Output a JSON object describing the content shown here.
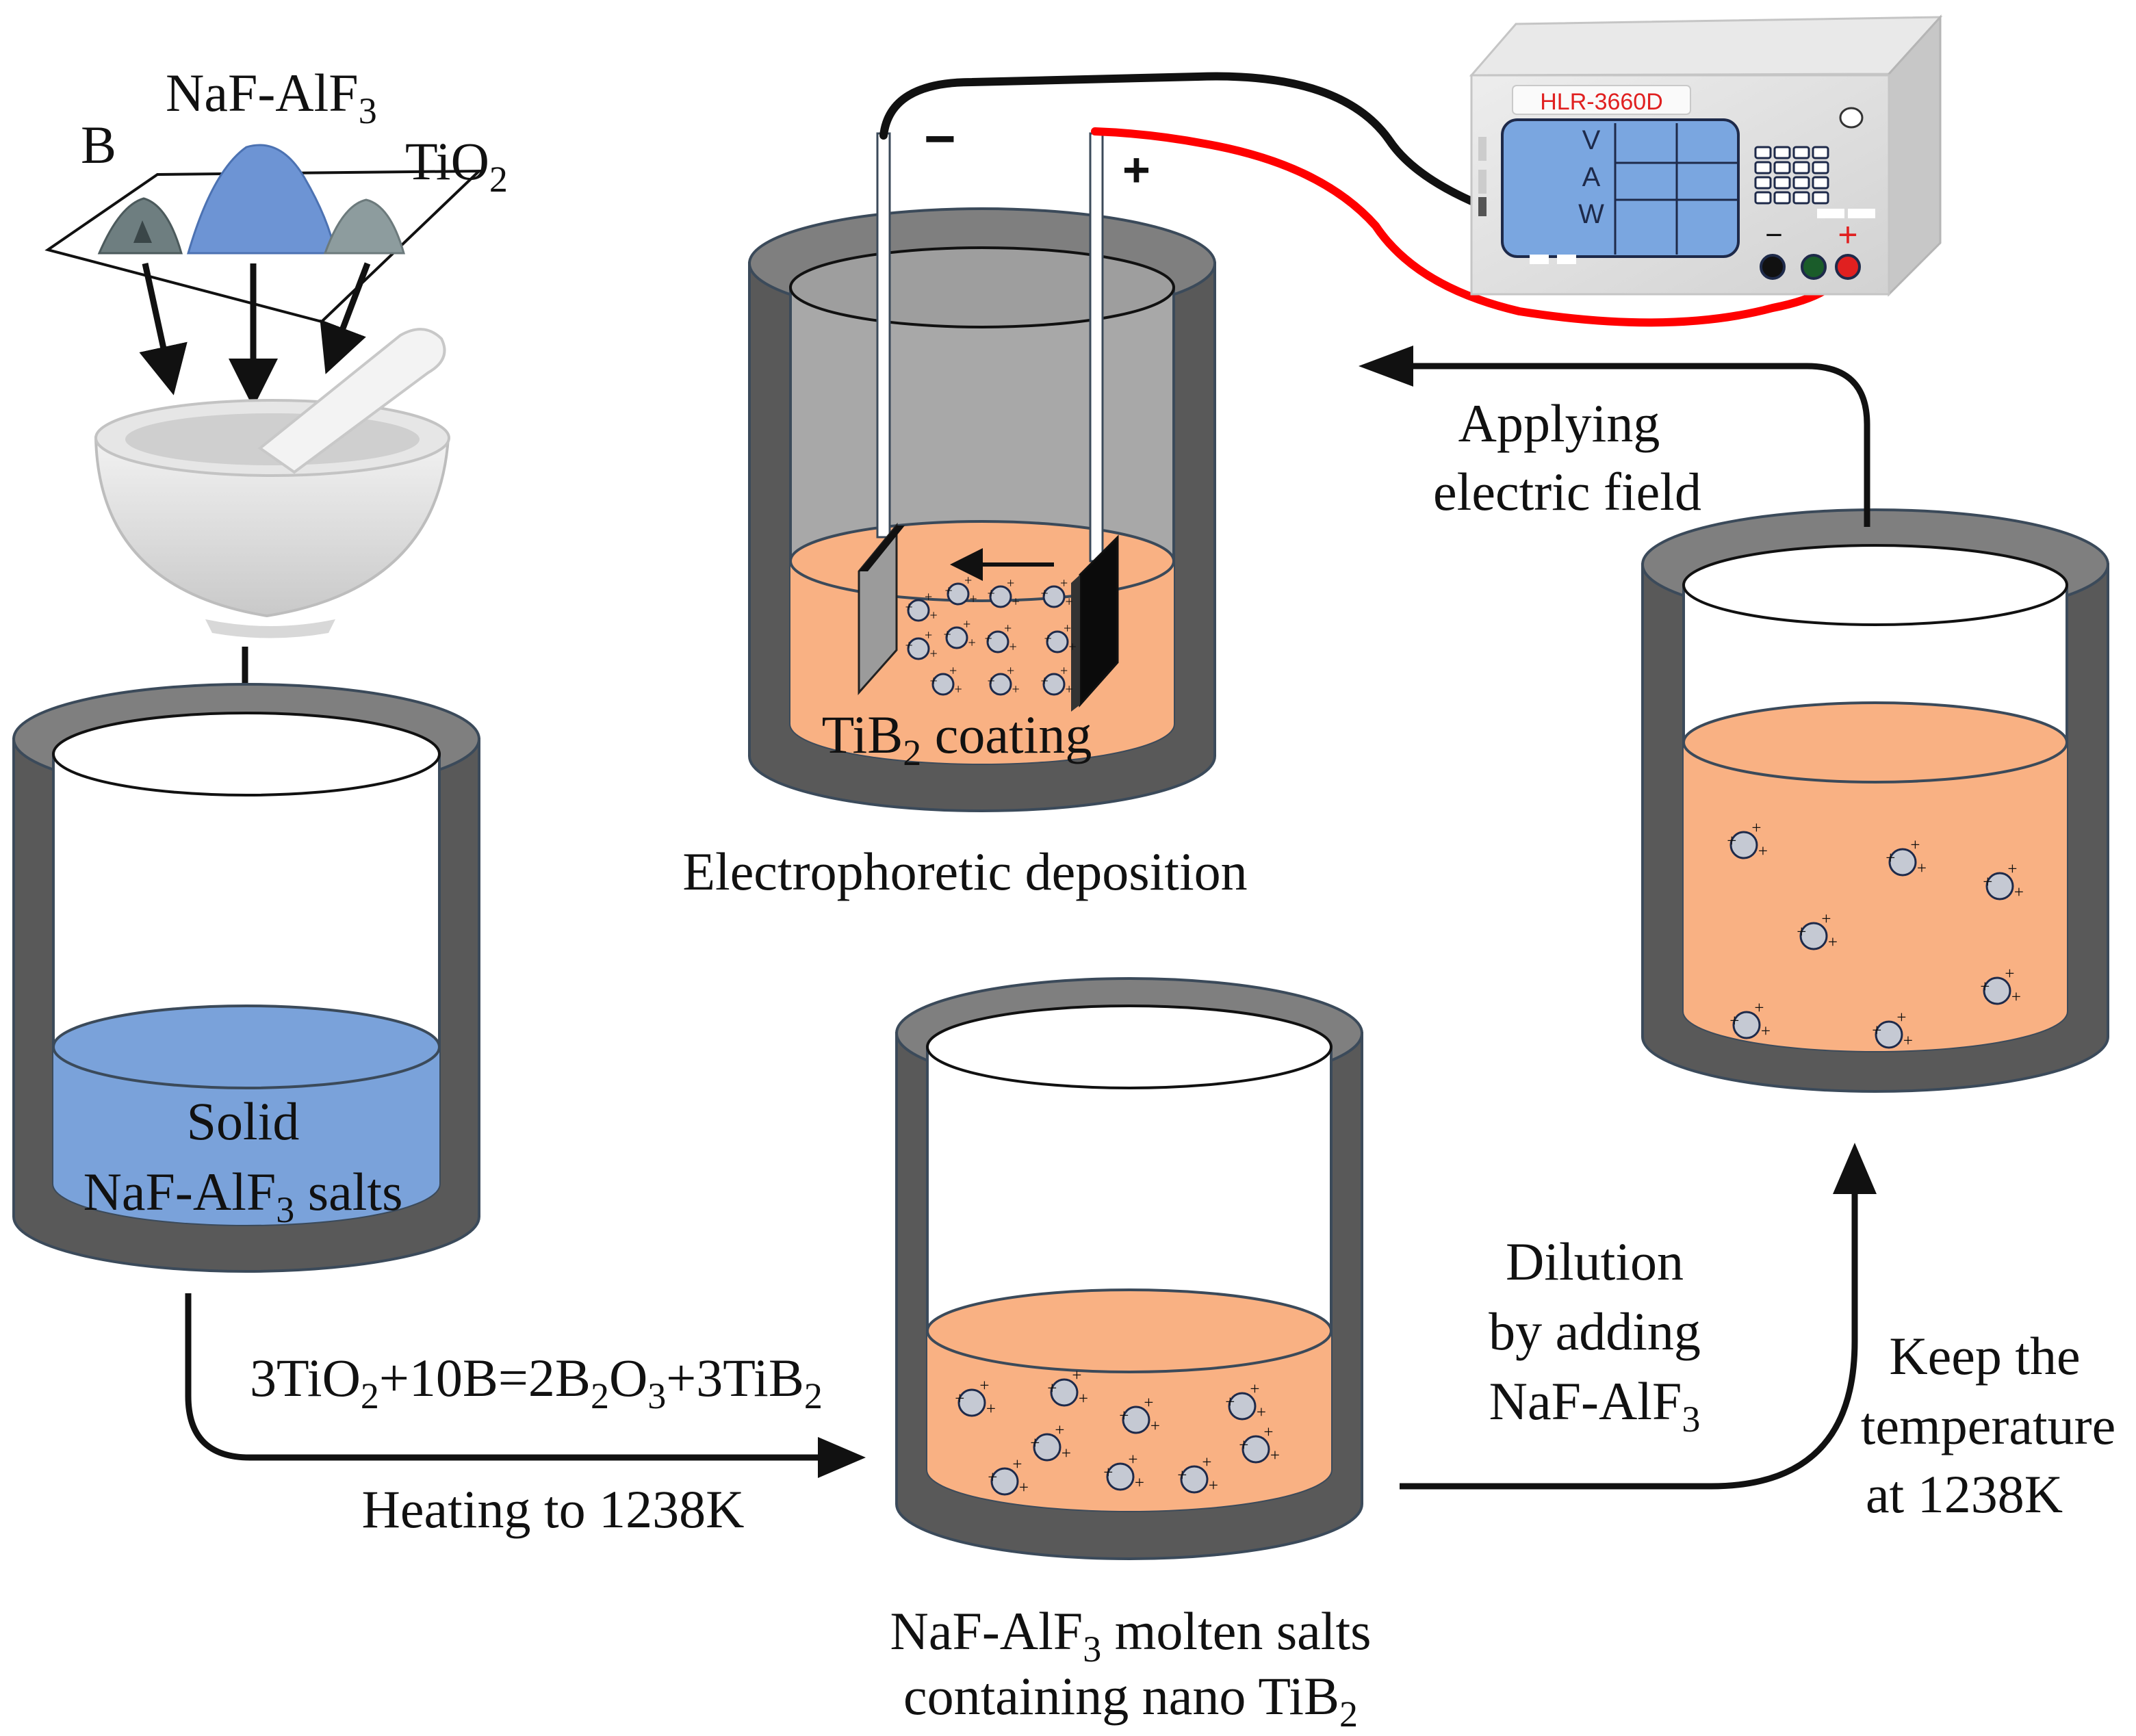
{
  "diagram": {
    "ingredients": {
      "b": "B",
      "naf_alf3": {
        "base": "NaF-AlF",
        "sub": "3"
      },
      "tio2": {
        "base": "TiO",
        "sub": "2"
      }
    },
    "solid_beaker": {
      "line1": "Solid",
      "line2_pre": "NaF-AlF",
      "line2_sub": "3",
      "line2_post": " salts"
    },
    "reaction": {
      "parts": [
        {
          "t": "3TiO",
          "s": "2"
        },
        {
          "t": "+10B=2B",
          "s": "2"
        },
        {
          "t": "O",
          "s": "3"
        },
        {
          "t": "+3TiB",
          "s": "2"
        }
      ],
      "condition": "Heating to 1238K"
    },
    "molten_beaker": {
      "line1_pre": "NaF-AlF",
      "line1_sub": "3",
      "line1_post": " molten salts",
      "line2_pre": "containing nano TiB",
      "line2_sub": "2"
    },
    "dilution": {
      "line1": "Dilution",
      "line2": "by adding",
      "line3_pre": "NaF-AlF",
      "line3_sub": "3"
    },
    "keep_temp": {
      "line1": "Keep the",
      "line2": "temperature",
      "line3": "at 1238K"
    },
    "apply_field": {
      "line1": "Applying",
      "line2": "electric field"
    },
    "epd": {
      "coating_pre": "TiB",
      "coating_sub": "2",
      "coating_post": " coating",
      "caption": "Electrophoretic deposition"
    },
    "power_supply": {
      "model": "HLR-3660D",
      "v": "V",
      "a": "A",
      "w": "W",
      "neg": "−",
      "pos": "+"
    },
    "electrodes": {
      "neg": "−",
      "pos": "+"
    },
    "colors": {
      "crucible": "#595959",
      "salt_blue": "#7aa2da",
      "molten_orange": "#f9b183",
      "wire_red": "#ff0000",
      "screen_blue": "#7aa6e0",
      "particle": "#c5c9d3"
    }
  }
}
